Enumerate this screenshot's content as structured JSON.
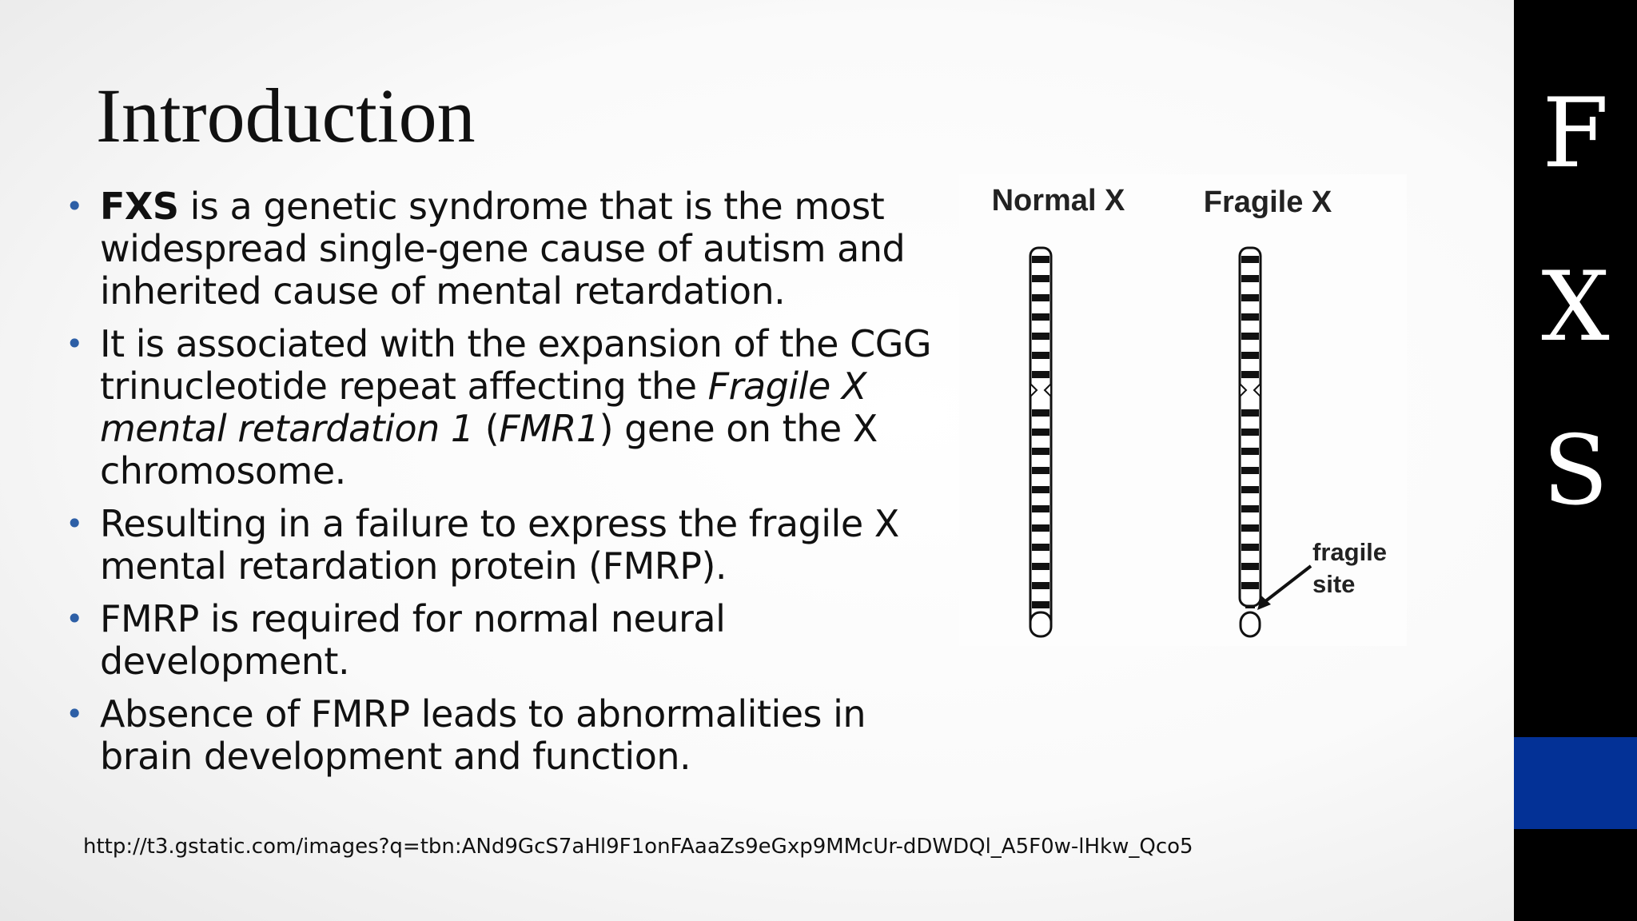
{
  "slide": {
    "title": "Introduction",
    "bullets": [
      {
        "segments": [
          {
            "text": "FXS",
            "style": "bold"
          },
          {
            "text": " is a genetic syndrome that is the most widespread single-gene cause of autism and inherited cause of mental retardation.",
            "style": "normal"
          }
        ]
      },
      {
        "segments": [
          {
            "text": " It is associated with the expansion of the CGG trinucleotide repeat affecting the ",
            "style": "normal"
          },
          {
            "text": "Fragile X mental retardation 1",
            "style": "italic"
          },
          {
            "text": " (",
            "style": "normal"
          },
          {
            "text": "FMR1",
            "style": "italic"
          },
          {
            "text": ") gene on the X chromosome.",
            "style": "normal"
          }
        ]
      },
      {
        "segments": [
          {
            "text": " Resulting in a failure to express the fragile X mental retardation protein (FMRP).",
            "style": "normal"
          }
        ]
      },
      {
        "segments": [
          {
            "text": " FMRP is required for normal neural development.",
            "style": "normal"
          }
        ]
      },
      {
        "segments": [
          {
            "text": "Absence of FMRP leads to abnormalities in brain development and function.",
            "style": "normal"
          }
        ]
      }
    ],
    "bullet_symbol": "•",
    "source_url": "http://t3.gstatic.com/images?q=tbn:ANd9GcS7aHl9F1onFAaaZs9eGxp9MMcUr-dDWDQl_A5F0w-lHkw_Qco5"
  },
  "figure": {
    "normal_label": "Normal X",
    "fragile_label": "Fragile X",
    "annotation_line1": "fragile",
    "annotation_line2": "site"
  },
  "sidebar": {
    "letters": [
      "F",
      "X",
      "S"
    ],
    "background": "#000000",
    "accent_color": "#033196"
  },
  "colors": {
    "bullet": "#2d5fa6",
    "text": "#111111"
  }
}
